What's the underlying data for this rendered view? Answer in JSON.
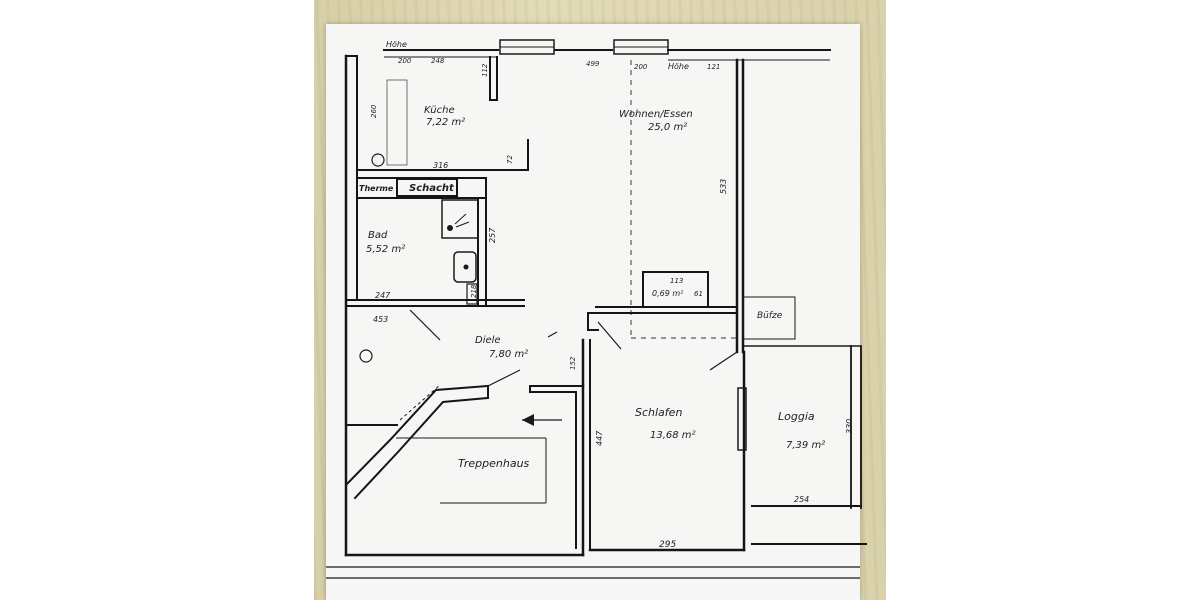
{
  "plan": {
    "top_left_note": "Höhe",
    "rooms": {
      "kitchen": {
        "name": "Küche",
        "area": "7,22 m²"
      },
      "living": {
        "name": "Wohnen/Essen",
        "area": "25,0 m²"
      },
      "bath": {
        "name": "Bad",
        "area": "5,52 m²"
      },
      "hall": {
        "name": "Diele",
        "area": "7,80 m²"
      },
      "bedroom": {
        "name": "Schlafen",
        "area": "13,68 m²"
      },
      "loggia": {
        "name": "Loggia",
        "area": "7,39 m²"
      },
      "closet": {
        "area": "0,69 m²"
      }
    },
    "labels": {
      "therme": "Therme",
      "schacht": "Schacht",
      "treppenhaus": "Treppenhaus",
      "bruestung": "Büfze",
      "hoehe": "Höhe"
    },
    "dimensions": {
      "d200a": "200",
      "d248": "248",
      "d112": "112",
      "d499": "499",
      "d200b": "200",
      "d121": "121",
      "d260": "260",
      "d316": "316",
      "d72": "72",
      "d533": "533",
      "d257": "257",
      "d218": "218",
      "d247": "247",
      "d453": "453",
      "d113": "113",
      "d61": "61",
      "d152": "152",
      "d447": "447",
      "d330": "330",
      "d254": "254",
      "d295": "295"
    },
    "colors": {
      "ink": "#151515",
      "paper": "#f6f6f4",
      "table": "#dcd4ad"
    }
  }
}
